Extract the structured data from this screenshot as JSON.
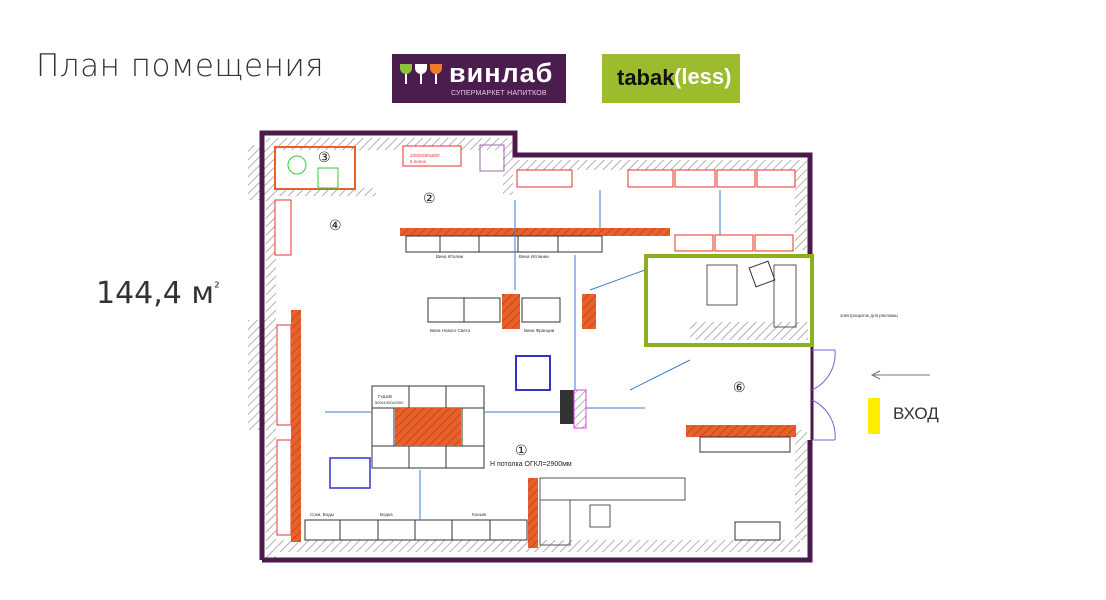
{
  "slide": {
    "title": "План помещения",
    "area_value": "144,4 м",
    "area_sup": "²",
    "entrance_label": "ВХОД"
  },
  "logos": {
    "vinlab": {
      "name": "винлаб",
      "tagline": "СУПЕРМАРКЕТ НАПИТКОВ",
      "color": "#4b1d4f"
    },
    "tabakless": {
      "part1": "tabak",
      "part2": "(less)",
      "color": "#9cbb2d"
    }
  },
  "plan": {
    "rooms": [
      "①",
      "②",
      "③",
      "④",
      "⑥"
    ],
    "ceiling_note": "Н потолка ОГКЛ=2900мм",
    "shelf_large": "2200х500х600",
    "shelf_large_sub": "5 полок",
    "gondola": "ГхШхВ",
    "gondola_size": "500х1000х2300",
    "wall_shelf": "Вина Италии",
    "wall_shelf_2": "Вина Испании",
    "wall_shelf_3": "Вина Франции",
    "wall_shelf_4": "Вина Нового Света",
    "bottom_1": "Соки, Воды",
    "bottom_2": "Водка",
    "bottom_3": "Коньяк",
    "ads_note": "электрощиток для рекламы",
    "colors": {
      "wall": "#4a1a4a",
      "shelf": "#e8322d",
      "hatch": "#e8602c",
      "tabak_room": "#8db020",
      "dimension": "#3a7fd0"
    }
  }
}
